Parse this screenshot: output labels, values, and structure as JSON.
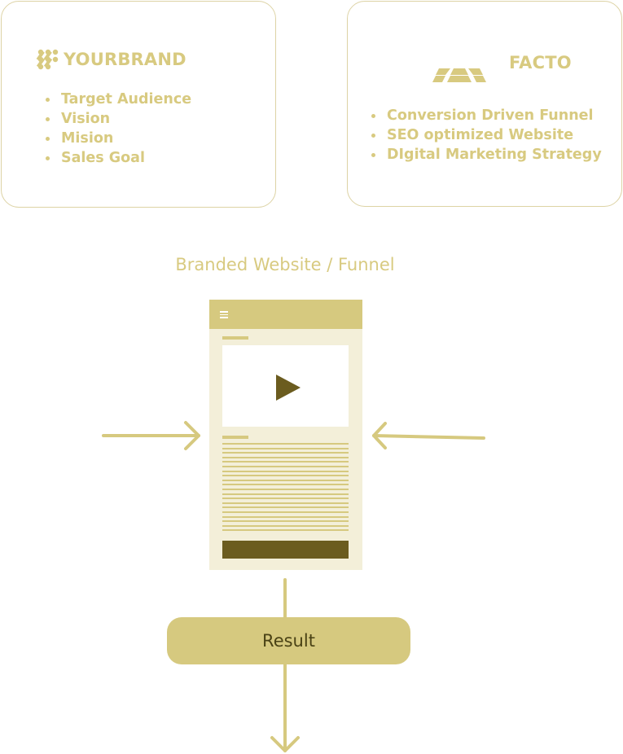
{
  "colors": {
    "accent": "#d6c97f",
    "text_light": "#d8ca80",
    "border": "#ddd3a5",
    "dark": "#6b5c1f",
    "phone_bg": "#f3efd9"
  },
  "left_card": {
    "brand_name": "YOURBRAND",
    "logo_icon": "chain-link-logo-icon",
    "items": [
      "Target Audience",
      "Vision",
      "Mision",
      "Sales Goal"
    ]
  },
  "right_card": {
    "brand_name": "FACTO",
    "logo_icon": "trapezoid-stack-logo-icon",
    "items": [
      "Conversion Driven Funnel",
      "SEO optimized Website",
      "DIgital Marketing Strategy"
    ]
  },
  "website": {
    "caption": "Branded Website / Funnel",
    "menu_icon": "hamburger-menu-icon",
    "video_icon": "play-icon"
  },
  "result": {
    "label": "Result"
  }
}
